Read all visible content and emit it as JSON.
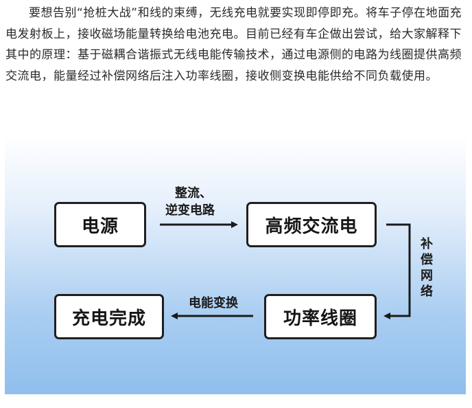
{
  "paragraph": "要想告别“抢桩大战”和线的束缚，无线充电就要实现即停即充。将车子停在地面充电发射板上，接收磁场能量转换给电池充电。目前已经有车企做出尝试，给大家解释下其中的原理：基于磁耦合谐振式无线电能传输技术，通过电源侧的电路为线圈提供高频交流电，能量经过补偿网络后注入功率线圈，接收侧变换电能供给不同负载使用。",
  "diagram": {
    "nodes": {
      "power": "电源",
      "hf_ac": "高频交流电",
      "coil": "功率线圈",
      "done": "充电完成"
    },
    "edges": {
      "rect_inv_line1": "整流、",
      "rect_inv_line2": "逆变电路",
      "compensation": "补偿网络",
      "conversion": "电能变换"
    },
    "colors": {
      "box_border": "#1f1f1f",
      "bg_bottom": "#8fbfee"
    }
  }
}
